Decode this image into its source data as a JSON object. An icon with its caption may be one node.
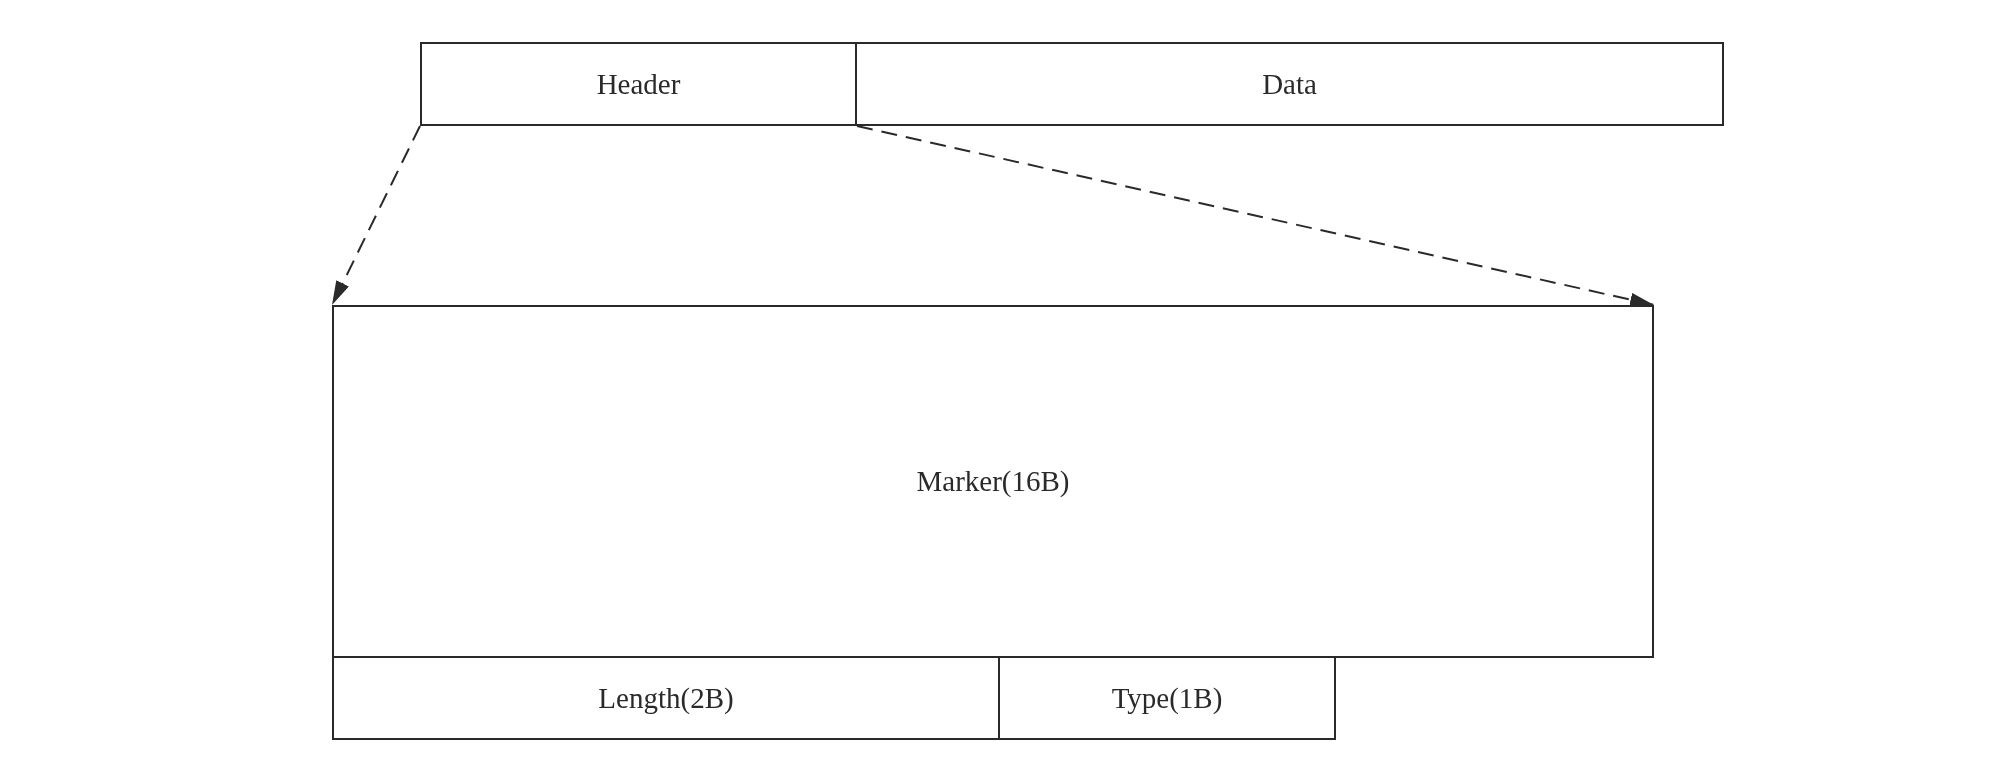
{
  "diagram": {
    "nodes": [
      {
        "text": [
          "Header"
        ]
      },
      {
        "text": [
          "Data"
        ]
      },
      {
        "text": [
          "Marker(16B)"
        ]
      },
      {
        "text": [
          "Length(2B)"
        ]
      },
      {
        "text": [
          "Type(1B)"
        ]
      }
    ],
    "edges": [
      {
        "from": 0,
        "to": 2,
        "arrow": "to",
        "style": "dashed"
      },
      {
        "from": 0,
        "to": 2,
        "arrow": "to",
        "style": "dashed"
      }
    ]
  }
}
